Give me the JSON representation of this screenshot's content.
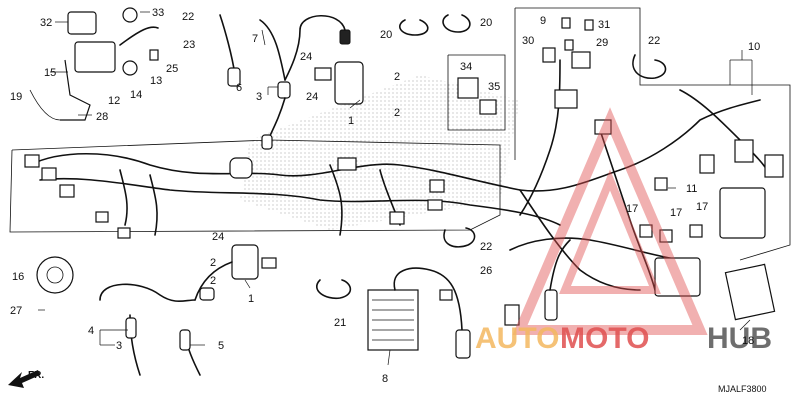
{
  "diagram": {
    "drawing_code": "MJALF3800",
    "direction_label": "FR.",
    "watermark": {
      "part1": "AUTO",
      "part2": "MOTO",
      "part3": "HUB"
    },
    "callouts": [
      {
        "id": "c32",
        "text": "32"
      },
      {
        "id": "c33",
        "text": "33"
      },
      {
        "id": "c22a",
        "text": "22"
      },
      {
        "id": "c7",
        "text": "7"
      },
      {
        "id": "c23",
        "text": "23"
      },
      {
        "id": "c20a",
        "text": "20"
      },
      {
        "id": "c20b",
        "text": "20"
      },
      {
        "id": "c9",
        "text": "9"
      },
      {
        "id": "c31",
        "text": "31"
      },
      {
        "id": "c30",
        "text": "30"
      },
      {
        "id": "c29",
        "text": "29"
      },
      {
        "id": "c22b",
        "text": "22"
      },
      {
        "id": "c10",
        "text": "10"
      },
      {
        "id": "c15",
        "text": "15"
      },
      {
        "id": "c25",
        "text": "25"
      },
      {
        "id": "c24a",
        "text": "24"
      },
      {
        "id": "c2a",
        "text": "2"
      },
      {
        "id": "c34",
        "text": "34"
      },
      {
        "id": "c35",
        "text": "35"
      },
      {
        "id": "c19",
        "text": "19"
      },
      {
        "id": "c12",
        "text": "12"
      },
      {
        "id": "c14",
        "text": "14"
      },
      {
        "id": "c13",
        "text": "13"
      },
      {
        "id": "c6",
        "text": "6"
      },
      {
        "id": "c3a",
        "text": "3"
      },
      {
        "id": "c24b",
        "text": "24"
      },
      {
        "id": "c2b",
        "text": "2"
      },
      {
        "id": "c1a",
        "text": "1"
      },
      {
        "id": "c28",
        "text": "28"
      },
      {
        "id": "c11",
        "text": "11"
      },
      {
        "id": "c17a",
        "text": "17"
      },
      {
        "id": "c17b",
        "text": "17"
      },
      {
        "id": "c17c",
        "text": "17"
      },
      {
        "id": "c24c",
        "text": "24"
      },
      {
        "id": "c2c",
        "text": "2"
      },
      {
        "id": "c2d",
        "text": "2"
      },
      {
        "id": "c22c",
        "text": "22"
      },
      {
        "id": "c26",
        "text": "26"
      },
      {
        "id": "c16",
        "text": "16"
      },
      {
        "id": "c1b",
        "text": "1"
      },
      {
        "id": "c27",
        "text": "27"
      },
      {
        "id": "c21",
        "text": "21"
      },
      {
        "id": "c4",
        "text": "4"
      },
      {
        "id": "c3b",
        "text": "3"
      },
      {
        "id": "c5",
        "text": "5"
      },
      {
        "id": "c8",
        "text": "8"
      },
      {
        "id": "c18",
        "text": "18"
      }
    ]
  }
}
